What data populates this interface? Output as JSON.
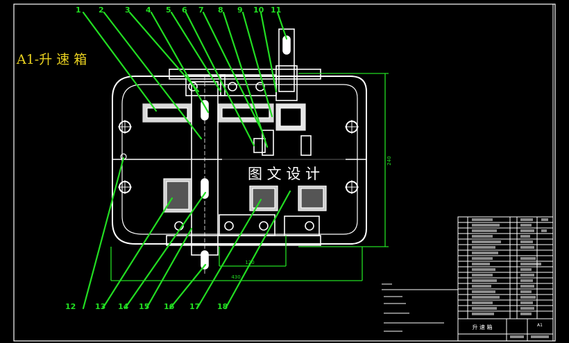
{
  "drawing": {
    "title": "A1-升 速 箱",
    "watermark": "图 文 设 计",
    "top_labels": [
      "1",
      "2",
      "3",
      "4",
      "5",
      "6",
      "7",
      "8",
      "9",
      "10",
      "11"
    ],
    "bottom_labels": [
      "12",
      "13",
      "14",
      "15",
      "16",
      "17",
      "18"
    ],
    "dimension_labels": {
      "height": "240",
      "inner_width": "120",
      "overall_width": "430"
    },
    "title_block": {
      "name": "升 速 箱",
      "scale": "A1"
    }
  },
  "colors": {
    "leader": "#22dd22",
    "outline": "#ffffff",
    "dimension": "#22dd22",
    "border": "#ffffff"
  }
}
